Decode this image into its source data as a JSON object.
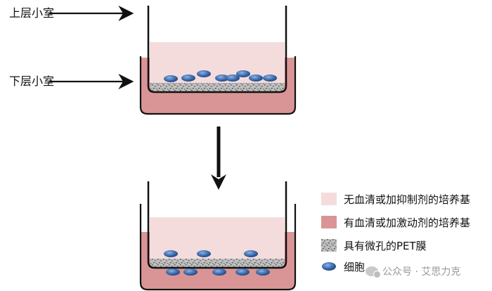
{
  "labels": {
    "upper_chamber": "上层小室",
    "lower_chamber": "下层小室"
  },
  "legend": [
    {
      "key": "light-medium",
      "text": "无血清或加抑制剂的培养基",
      "color": "#f4dcdd"
    },
    {
      "key": "dark-medium",
      "text": "有血清或加激动剂的培养基",
      "color": "#d99595"
    },
    {
      "key": "membrane",
      "text": "具有微孔的PET膜",
      "color": "#a8a8a8"
    },
    {
      "key": "cell",
      "text": "细胞",
      "color": "#3f6fb0"
    }
  ],
  "watermark": {
    "text": "公众号 · 艾思力克"
  },
  "colors": {
    "light_medium": "#f4dcdd",
    "dark_medium": "#d99595",
    "membrane_base": "#b5b5b5",
    "cell_fill": "#4a7dc0",
    "outline": "#111111"
  }
}
